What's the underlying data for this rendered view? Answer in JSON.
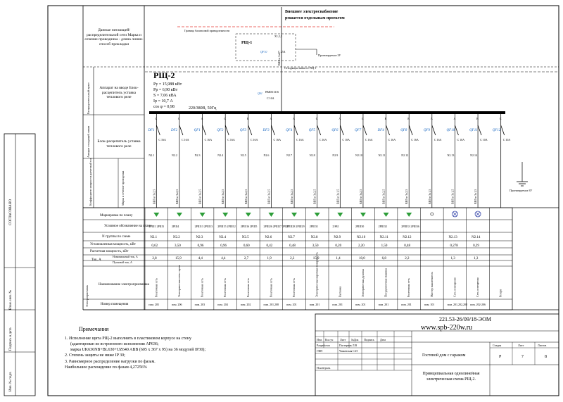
{
  "side_stamps": [
    "Взам. инв. №",
    "Подпись и дата",
    "Инв. № подл.",
    "СОГЛАСОВАНО"
  ],
  "top_section": {
    "external_supply_line1": "Внешнее электроснабжение",
    "external_supply_line2": "решается отдельным проектом",
    "boundary_label": "Граница балансовой принадлежности",
    "rsch1_label": "РЩ-1",
    "meter_label": "X1,2,3",
    "qf10_label": "QF10",
    "qf10_rating": "С 25А",
    "grounding": "Проектируемое ЗУ",
    "cable_label": "ВВГнг 5x4",
    "top_note": "Отходящая линия от РЩ-1"
  },
  "left_header": {
    "row1": "Данные питающей/ распределительной сети Марка и сечение проводника - длина линии- способ прокладки",
    "row2_rot": "Распределительный пункт",
    "row2": "Аппарат на вводе Блок-расцепитель уставка теплового реле",
    "row3_rot": "Аппарат отходящей линии",
    "row3": "Блок-расцепитель уставка теплового реле",
    "row4_rot1": "Коэффициент мощности расчетный ток",
    "row4_rot2": "Марка и сечение проводника"
  },
  "panel": {
    "name": "РЩ-2",
    "py": "Ру = 15,988 кВт",
    "pp": "Рр = 6,90 кВт",
    "s": "S = 7,06 кВА",
    "ip": "Iр = 10,7 А",
    "cos": "cos φ = 0,98",
    "main_switch": "QS1",
    "main_switch_model": "BMD31316",
    "main_switch_rating": "С 16А",
    "bus_label": "220/380В, 50Гц"
  },
  "circuits": [
    {
      "dev": "DF1",
      "rating": "С 16А",
      "line": "N2.1",
      "cable": "ВВГнг 3x2,5",
      "mark": "2РШ1 2РШ3",
      "pn": "N2.1",
      "power": "0,62",
      "current": "2,8",
      "name": "Розеточная сеть",
      "room": "пом. 205"
    },
    {
      "dev": "DF2",
      "rating": "С 16А",
      "line": "N2.2",
      "cable": "ВВГнг 3x2,5",
      "mark": "2РШ4",
      "pn": "N2.2",
      "power": "3,50",
      "current": "15,9",
      "name": "Электрическая печь сауны",
      "room": "пом. 206"
    },
    {
      "dev": "QF1",
      "rating": "С 16А",
      "line": "N2.3",
      "cable": "ВВГнг 3x2,5",
      "mark": "2РШ13 2РШ13",
      "pn": "N2.3",
      "power": "0,96",
      "current": "4,4",
      "name": "Розеточная сеть",
      "room": "пом. 203"
    },
    {
      "dev": "QF2",
      "rating": "С 16А",
      "line": "N2.4",
      "cable": "ВВГнг 3x2,5",
      "mark": "2РШ15 2РШ12",
      "pn": "N2.4",
      "power": "0,96",
      "current": "4,4",
      "name": "Розеточная сеть",
      "room": "пом. 204"
    },
    {
      "dev": "QF3",
      "rating": "С 16А",
      "line": "N2.5",
      "cable": "ВВГнг 3x2,5",
      "mark": "2РШ16 2РШ5",
      "pn": "N2.5",
      "power": "0,60",
      "current": "2,7",
      "name": "Розеточная сеть",
      "room": "пом. 202"
    },
    {
      "dev": "DF3",
      "rating": "С 16А",
      "line": "N2.6",
      "cable": "ВВГнг 3x2,5",
      "mark": "2РШ26 2РШ27 2РШ7",
      "pn": "N2.6",
      "power": "0,42",
      "current": "1,9",
      "name": "Розеточная сеть",
      "room": "пом. 201,208"
    },
    {
      "dev": "QF4",
      "rating": "С 16А",
      "line": "N2.7",
      "cable": "ВВГнг 3x2,5",
      "mark": "2РШ28 2РШ29",
      "pn": "N2.7",
      "power": "0,48",
      "current": "2,2",
      "name": "Розеточная сеть",
      "room": "пом. 201"
    },
    {
      "dev": "QF5",
      "rating": "С 16А",
      "line": "N2.8",
      "cable": "ВВГнг 3x2,5",
      "mark": "2РШ31",
      "pn": "N2.8",
      "power": "3,50",
      "current": "15,9",
      "name": "Электрическая варочная поверхность",
      "room": "пом. 201"
    },
    {
      "dev": "QF6",
      "rating": "С 10А",
      "line": "N2.9",
      "cable": "ВВГнг 3x1,5",
      "mark": "2ЭВ1",
      "pn": "N2.9",
      "power": "0,20",
      "current": "1,4",
      "name": "Вытяжка",
      "room": "пом. 201"
    },
    {
      "dev": "QF7",
      "rating": "С 16А",
      "line": "N2.10",
      "cable": "ВВГнг 3x2,5",
      "mark": "2РШ30",
      "pn": "N2.10",
      "power": "2,20",
      "current": "10,0",
      "name": "Электрическая духовка",
      "room": "пом. 201"
    },
    {
      "dev": "DF4",
      "rating": "С 16А",
      "line": "N2.11",
      "cable": "ВВГнг 3x2,5",
      "mark": "2РШ32",
      "pn": "N2.11",
      "power": "1,50",
      "current": "6,8",
      "name": "Посудомоечная машина",
      "room": "пом. 201"
    },
    {
      "dev": "QF8",
      "rating": "С 16А",
      "line": "N2.12",
      "cable": "ВВГнг 3x2,5",
      "mark": "2РШ33 2РШ36",
      "pn": "N2.12",
      "power": "0,48",
      "current": "2,2",
      "name": "Розеточная сеть",
      "room": "пом. 201"
    },
    {
      "dev": "QF9",
      "rating": "С 16А",
      "line": "",
      "cable": "ВВГнг 3x1,5",
      "mark": "",
      "pn": "",
      "power": "",
      "current": "",
      "name": "Мастер выключатель",
      "room": "пом. 101"
    },
    {
      "dev": "QF10",
      "rating": "С 10А",
      "line": "N2.13",
      "cable": "ВВГнг 3x1,5",
      "mark": "",
      "pn": "N2.13",
      "power": "0,278",
      "current": "1,3",
      "name": "Сеть освещения",
      "room": "пом. 201,202,208"
    },
    {
      "dev": "QF11",
      "rating": "С 10А",
      "line": "N2.14",
      "cable": "ВВГнг 3x1,5",
      "mark": "",
      "pn": "N2.14",
      "power": "0,29",
      "current": "1,3",
      "name": "Сеть освещения",
      "room": "пом. 202-206"
    },
    {
      "dev": "QF12",
      "rating": "С 10А",
      "line": "",
      "cable": "",
      "mark": "",
      "pn": "",
      "power": "",
      "current": "",
      "name": "Резерв",
      "room": ""
    }
  ],
  "table_headers": {
    "marking": "Маркировка по плану",
    "symbol": "Условное обозначение на плане",
    "group_no": "N группы по схеме",
    "power": "Установленная мощность, кВт",
    "calc_power": "Расчетная мощность, кВт",
    "current_label": "Ток, А",
    "nominal": "Номинальный ток, А",
    "start": "Пусковой ток, А",
    "el_name": "Наименование электроприемника",
    "room": "Номер помещения",
    "el_rot": "Электроприемник"
  },
  "notes": {
    "title": "Примечания",
    "n1": "1. Исполнение щита РЩ-2 выполнить в пластиковом корпусе на стену",
    "n1b": "(адаптирован из встроенного исполнения AP636;",
    "n1c": "марка UK636NB+BL630+UZ640 ABB (605 x 367 x 95) на 36 модулей IP30);",
    "n2": "2. Степень защиты не ниже IP 30;",
    "n3": "3. Равномерное распределение нагрузки по фазам.",
    "n4": "Наибольшее расхождение по фазам 4,27256%"
  },
  "title_block": {
    "code": "221.53-26/09/18-ЭОМ",
    "website": "www.spb-220w.ru",
    "object": "Гостевой дом с гаражом",
    "sheet_title": "Принципиальная однолинейная электрическая схема РЩ-2.",
    "cols": [
      "Изм.",
      "Кол.уч",
      "Лист",
      "№Док",
      "Подпись",
      "Дата"
    ],
    "rows": [
      {
        "role": "Разработал",
        "name": "Пастернак Л.В"
      },
      {
        "role": "ГИП",
        "name": "Чижевская С.И"
      },
      {
        "role": "",
        "name": ""
      },
      {
        "role": "Н.контроль",
        "name": ""
      }
    ],
    "stage_h": "Стадия",
    "sheet_h": "Лист",
    "sheets_h": "Листов",
    "stage": "Р",
    "sheet": "7",
    "sheets": "8"
  }
}
